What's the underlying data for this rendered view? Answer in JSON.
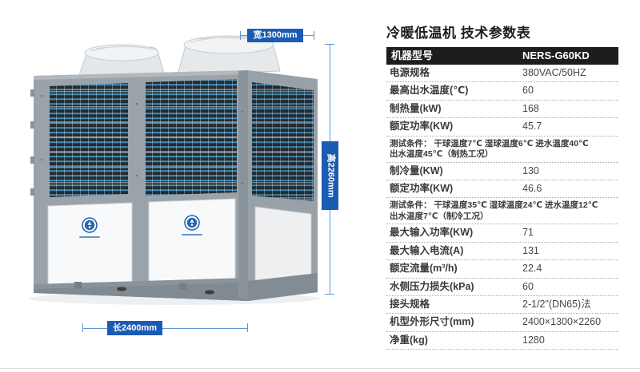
{
  "title": "冷暖低温机 技术参数表",
  "accent_blue": "#1a5bb4",
  "dim_line_blue": "#5e97d8",
  "figure": {
    "description": "air-source heat pump unit, two top fans, coil grilles, white lower panels",
    "dimensions": {
      "width_label": "宽1300mm",
      "height_label": "高2260mm",
      "length_label": "长2400mm"
    }
  },
  "table": {
    "header": {
      "label": "机器型号",
      "value": "NERS-G60KD"
    },
    "rows": [
      {
        "label": "电源规格",
        "value": "380VAC/50HZ"
      },
      {
        "label": "最高出水温度(℃)",
        "value": "60"
      },
      {
        "label": "制热量(kW)",
        "value": "168"
      },
      {
        "label": "额定功率(KW)",
        "value": "45.7"
      },
      {
        "type": "note",
        "line1": "测试条件： 干球温度7℃ 湿球温度6℃ 进水温度40℃",
        "line2": "出水温度45℃（制热工况）"
      },
      {
        "label": "制冷量(KW)",
        "value": "130"
      },
      {
        "label": "额定功率(KW)",
        "value": "46.6"
      },
      {
        "type": "note",
        "line1": "测试条件： 干球温度35℃ 湿球温度24℃ 进水温度12℃",
        "line2": "出水温度7℃（制冷工况）"
      },
      {
        "label": "最大输入功率(KW)",
        "value": "71"
      },
      {
        "label": "最大输入电流(A)",
        "value": "131"
      },
      {
        "label": "额定流量(m³/h)",
        "value": "22.4"
      },
      {
        "label": "水侧压力损失(kPa)",
        "value": "60"
      },
      {
        "label": "接头规格",
        "value": "2-1/2\"(DN65)法"
      },
      {
        "label": "机型外形尺寸(mm)",
        "value": "2400×1300×2260"
      },
      {
        "label": "净重(kg)",
        "value": "1280"
      }
    ]
  }
}
